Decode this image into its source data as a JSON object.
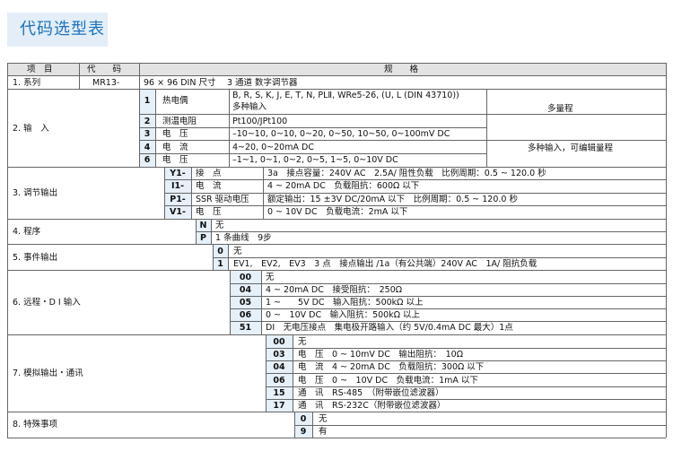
{
  "page": {
    "title": "代码选型表"
  },
  "header": {
    "item": "项　目",
    "code": "代　　码",
    "spec": "规　　格"
  },
  "series": {
    "label": "1. 系列",
    "code": "MR13-",
    "spec": "96 × 96 DIN 尺寸　 3 通道 数字调节器"
  },
  "input": {
    "label": "2. 输　入",
    "rows": [
      {
        "code": "1",
        "type": "热电偶",
        "value": "B, R, S, K, J, E, T, N, PLⅡ, WRe5-26, (U, L (DIN 43710))",
        "value2": "多种输入"
      },
      {
        "code": "2",
        "type": "测温电阻",
        "value": "Pt100/JPt100"
      },
      {
        "code": "3",
        "type": "电　压",
        "value": "–10~10, 0~10, 0~20, 0~50, 10~50, 0~100mV DC"
      },
      {
        "code": "4",
        "type": "电　流",
        "value": "4~20, 0~20mA DC"
      },
      {
        "code": "6",
        "type": "电　压",
        "value": "–1~1, 0~1, 0~2, 0~5, 1~5, 0~10V DC"
      }
    ],
    "note1": "多量程",
    "note2": "多种输入，可编辑量程"
  },
  "control": {
    "label": "3. 调节输出",
    "rows": [
      {
        "code": "Y1-",
        "type": "接　点",
        "value": "3a　接点容量：240V AC　2.5A/ 阻性负载　比例周期：0.5 ~ 120.0 秒"
      },
      {
        "code": "I1-",
        "type": "电　流",
        "value": "4 ~ 20mA DC　负载阻抗：600Ω 以下"
      },
      {
        "code": "P1-",
        "type": "SSR 驱动电压",
        "value": "额定输出：15 ±3V DC/20mA 以下　比例周期：0.5 ~ 120.0 秒"
      },
      {
        "code": "V1-",
        "type": "电　压",
        "value": "0 ~ 10V DC　负载电流：2mA 以下"
      }
    ]
  },
  "program": {
    "label": "4. 程序",
    "rows": [
      {
        "code": "N",
        "value": "无"
      },
      {
        "code": "P",
        "value": "1 条曲线　9步"
      }
    ]
  },
  "event": {
    "label": "5. 事件输出",
    "rows": [
      {
        "code": "0",
        "value": "无"
      },
      {
        "code": "1",
        "value": "EV1,　EV2,　EV3　3 点　接点输出 /1a（有公共端）240V AC　1A/ 阻抗负载"
      }
    ]
  },
  "remote": {
    "label": "6. 远程・D I 输入",
    "rows": [
      {
        "code": "00",
        "value": "无"
      },
      {
        "code": "04",
        "value": "4 ~ 20mA DC　接受阻抗：　250Ω"
      },
      {
        "code": "05",
        "value": "1 ~　　5V DC　输入阻抗：500kΩ 以上"
      },
      {
        "code": "06",
        "value": "0 ~　10V DC　输入阻抗：500kΩ 以上"
      },
      {
        "code": "51",
        "value": "DI　无电压接点　集电极开路输入（约 5V/0.4mA DC 最大）1点"
      }
    ]
  },
  "analog": {
    "label": "7. 模拟输出・通讯",
    "rows": [
      {
        "code": "00",
        "value": "无"
      },
      {
        "code": "03",
        "value": "电　压　0 ~ 10mV DC　输出阻抗：　10Ω"
      },
      {
        "code": "04",
        "value": "电　流　4 ~ 20mA DC　负载阻抗：300Ω 以下"
      },
      {
        "code": "06",
        "value": "电　压　0 ~　10V DC　负载电流：1mA 以下"
      },
      {
        "code": "15",
        "value": "通　讯　RS-485　（附带嵌位滤波器）"
      },
      {
        "code": "17",
        "value": "通　讯　RS-232C（附带嵌位滤波器）"
      }
    ]
  },
  "special": {
    "label": "8. 特殊事项",
    "rows": [
      {
        "code": "0",
        "value": "无"
      },
      {
        "code": "9",
        "value": "有"
      }
    ]
  }
}
